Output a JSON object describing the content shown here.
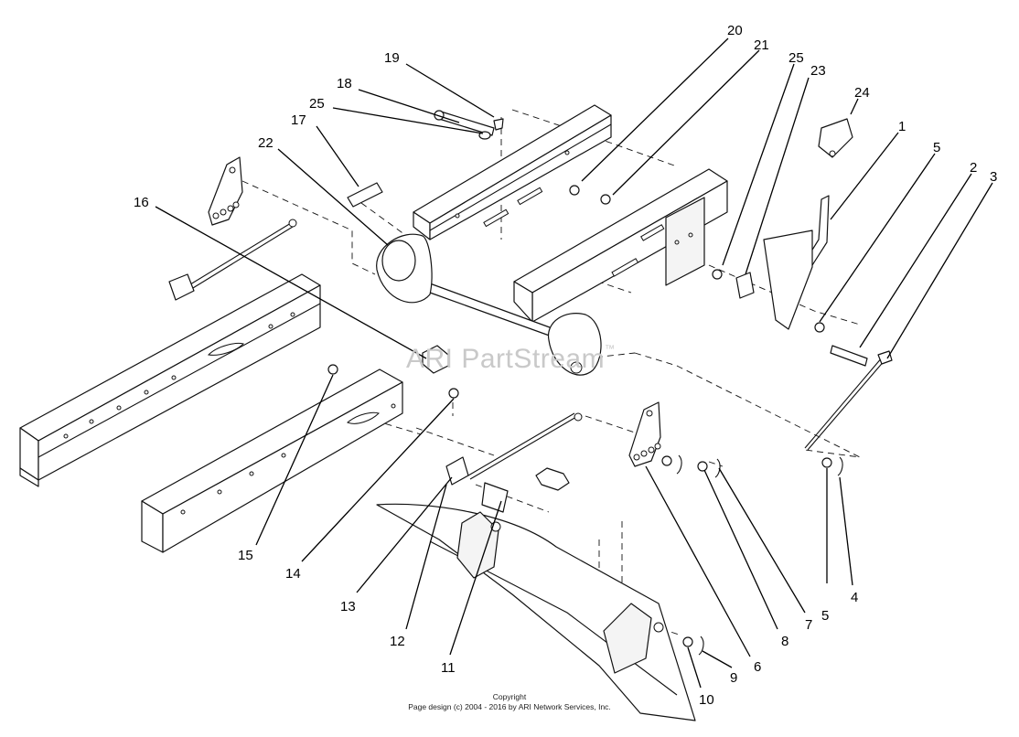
{
  "diagram": {
    "callouts": [
      {
        "id": "c19",
        "label": "19"
      },
      {
        "id": "c18",
        "label": "18"
      },
      {
        "id": "c25a",
        "label": "25"
      },
      {
        "id": "c17",
        "label": "17"
      },
      {
        "id": "c22",
        "label": "22"
      },
      {
        "id": "c16",
        "label": "16"
      },
      {
        "id": "c20",
        "label": "20"
      },
      {
        "id": "c21",
        "label": "21"
      },
      {
        "id": "c25b",
        "label": "25"
      },
      {
        "id": "c23",
        "label": "23"
      },
      {
        "id": "c24",
        "label": "24"
      },
      {
        "id": "c1",
        "label": "1"
      },
      {
        "id": "c5a",
        "label": "5"
      },
      {
        "id": "c2",
        "label": "2"
      },
      {
        "id": "c3",
        "label": "3"
      },
      {
        "id": "c15",
        "label": "15"
      },
      {
        "id": "c14",
        "label": "14"
      },
      {
        "id": "c13",
        "label": "13"
      },
      {
        "id": "c12",
        "label": "12"
      },
      {
        "id": "c11",
        "label": "11"
      },
      {
        "id": "c10",
        "label": "10"
      },
      {
        "id": "c9",
        "label": "9"
      },
      {
        "id": "c6",
        "label": "6"
      },
      {
        "id": "c8",
        "label": "8"
      },
      {
        "id": "c7",
        "label": "7"
      },
      {
        "id": "c5b",
        "label": "5"
      },
      {
        "id": "c4",
        "label": "4"
      }
    ]
  },
  "watermark": {
    "text": "ARI PartStream",
    "mark": "™"
  },
  "footer": {
    "title": "Copyright",
    "line": "Page design (c) 2004 - 2016 by ARI Network Services, Inc."
  }
}
